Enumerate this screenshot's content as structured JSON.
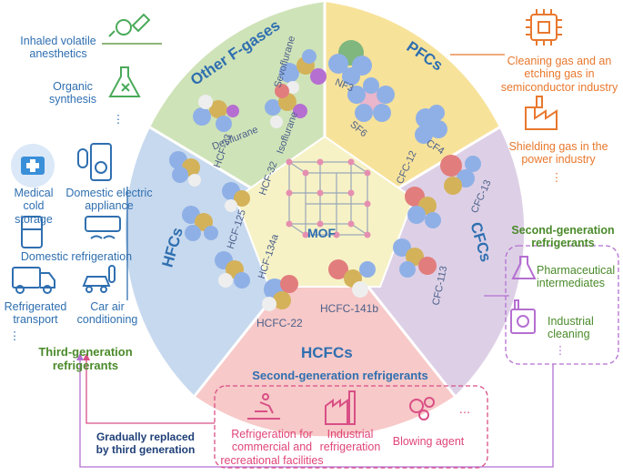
{
  "colors": {
    "other_fgases": "#cfe3b8",
    "pfcs": "#f7e29a",
    "cfcs": "#ddd0e6",
    "hcfcs": "#f7c9c8",
    "hfcs": "#c7d9ee",
    "mof_center": "#f6f2c6",
    "title_blue": "#2f6fb0",
    "green_text": "#4a8a2a",
    "pink_line": "#d94f86",
    "orange_line": "#e8782e"
  },
  "segments": {
    "other": "Other F-gases",
    "pfcs": "PFCs",
    "cfcs": "CFCs",
    "hcfcs": "HCFCs",
    "hfcs": "HFCs",
    "center": "MOF"
  },
  "molecules": {
    "sevoflurane": "Sevoflurane",
    "desflurane": "Desflurane",
    "isoflurane": "Isoflurane",
    "nf3": "NF3",
    "sf6": "SF6",
    "cf4": "CF4",
    "cfc12": "CFC-12",
    "cfc13": "CFC-13",
    "cfc113": "CFC-113",
    "hcfc22": "HCFC-22",
    "hcfc141b": "HCFC-141b",
    "hcf23": "HCF-23",
    "hcf32": "HCF-32",
    "hcf125": "HCF-125",
    "hcf134a": "HCF-134a"
  },
  "left_apps": {
    "anesthetics": "Inhaled volatile anesthetics",
    "organic": "Organic synthesis",
    "dots": "⋮",
    "medical": "Medical cold storage",
    "domestic_elec": "Domestic electric appliance",
    "domestic_refrig": "Domestic refrigeration",
    "refrig_transport": "Refrigerated transport",
    "car_air": "Car air conditioning",
    "dots2": "⋮",
    "third_gen": "Third-generation refrigerants"
  },
  "right_apps": {
    "cleaning": "Cleaning gas and an etching gas in semiconductor industry",
    "shielding": "Shielding gas in the power industry",
    "dots": "⋮",
    "second_gen": "Second-generation refrigerants",
    "pharma": "Pharmaceutical intermediates",
    "industrial_cleaning": "Industrial cleaning",
    "dots2": "⋮"
  },
  "bottom": {
    "second_gen": "Second-generation refrigerants",
    "refrig_commercial": "Refrigeration for commercial and recreational facilities",
    "industrial_refrig": "Industrial refrigeration",
    "blowing": "Blowing agent",
    "dots": "⋯",
    "replaced": "Gradually replaced by third generation"
  }
}
